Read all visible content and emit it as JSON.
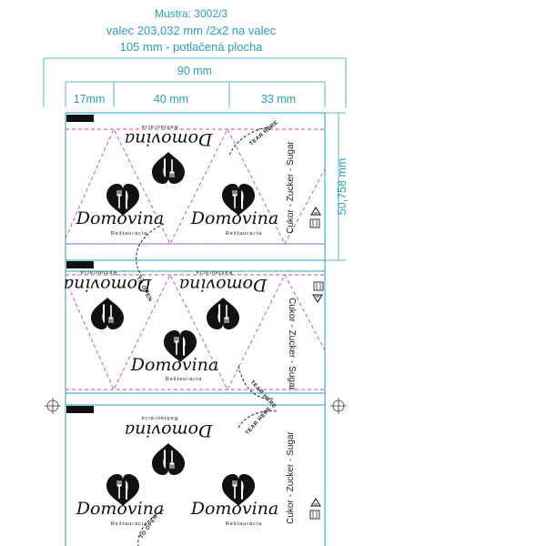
{
  "header": {
    "sample": "Mustra: 3002/3",
    "cylinder": "valec 203,032 mm /2x2 na valec",
    "print_area": "105 mm - potlačená plocha"
  },
  "dimensions": {
    "total_width": "90 mm",
    "left_part": "17mm",
    "middle_part": "40 mm",
    "right_part": "33 mm",
    "height": "50,758 mm"
  },
  "packet": {
    "side_text": "Cukor - Zucker - Sugar",
    "brand_name": "Domovina",
    "brand_sub": "Reštaurácia",
    "tear_here": "TEAR HERE",
    "to_open": "TO OPEN"
  },
  "colors": {
    "dimension": "#2a9fc0",
    "cut_line": "#d23fa9",
    "ink": "#111111"
  },
  "icons": [
    "heart-cutlery-icon",
    "recycle-icon",
    "bin-icon",
    "registration-mark-icon",
    "scissors-arrow-icon"
  ]
}
